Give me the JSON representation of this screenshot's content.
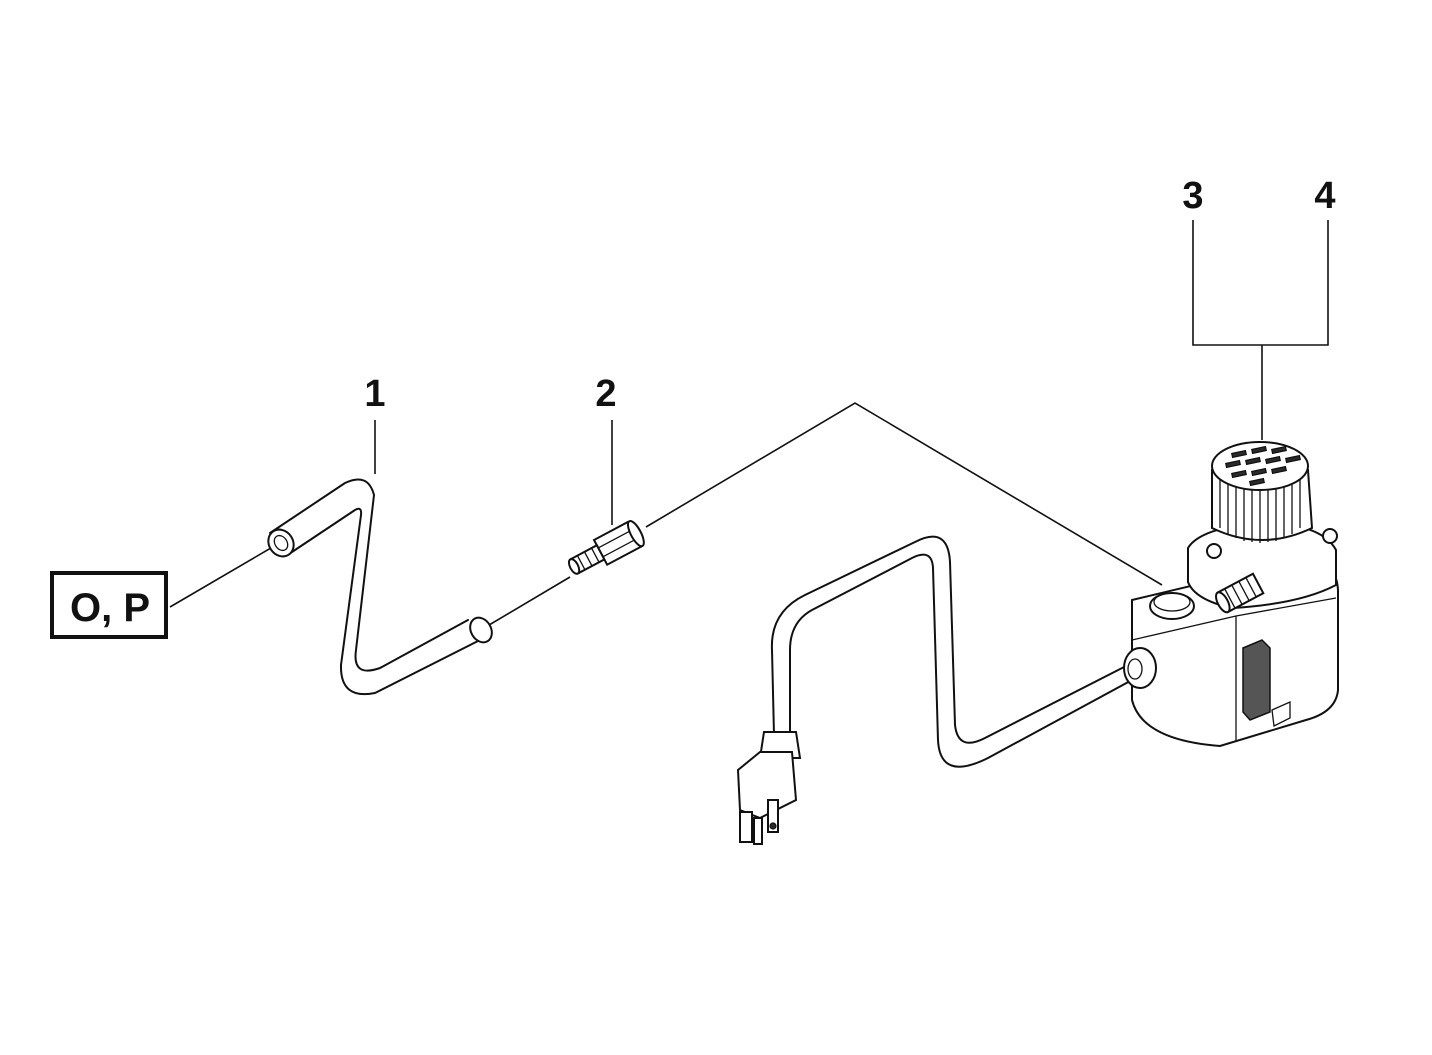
{
  "callouts": {
    "item_1": "1",
    "item_2": "2",
    "item_3": "3",
    "item_4": "4"
  },
  "reference_box": {
    "label": "O, P"
  }
}
